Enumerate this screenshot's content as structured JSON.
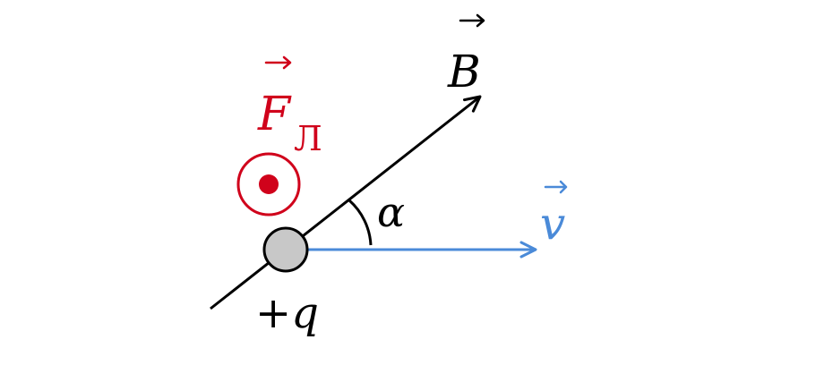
{
  "colors": {
    "background": "#ffffff",
    "field_line": "#000000",
    "velocity": "#4a8ad8",
    "force": "#d0021b",
    "charge_fill": "#c8c8c8",
    "charge_stroke": "#000000"
  },
  "labels": {
    "field_symbol": "B",
    "velocity_symbol": "v",
    "force_symbol": "F",
    "force_subscript": "Л",
    "angle_symbol": "α",
    "charge": "+q"
  },
  "icons": {
    "force_direction": "out-of-page-dot-icon",
    "vector_arrow": "vector-arrow-icon"
  }
}
